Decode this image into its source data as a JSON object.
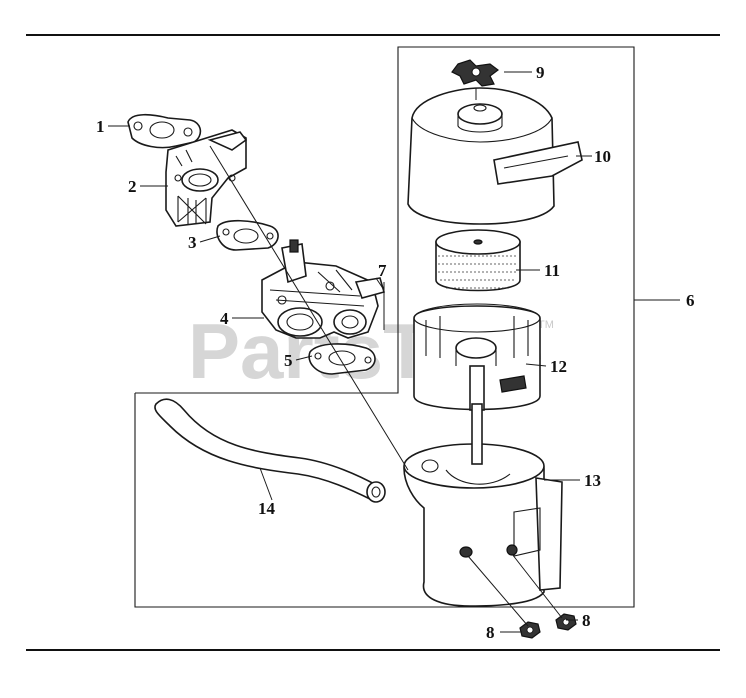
{
  "watermark": {
    "text": "PartsTree",
    "trademark": "TM"
  },
  "callouts": {
    "c1": "1",
    "c2": "2",
    "c3": "3",
    "c4": "4",
    "c5": "5",
    "c6": "6",
    "c7": "7",
    "c8a": "8",
    "c8b": "8",
    "c9": "9",
    "c10": "10",
    "c11": "11",
    "c12": "12",
    "c13": "13",
    "c14": "14"
  },
  "colors": {
    "line": "#1a1a1a",
    "watermark": "#d6d6d6",
    "background": "#ffffff"
  }
}
